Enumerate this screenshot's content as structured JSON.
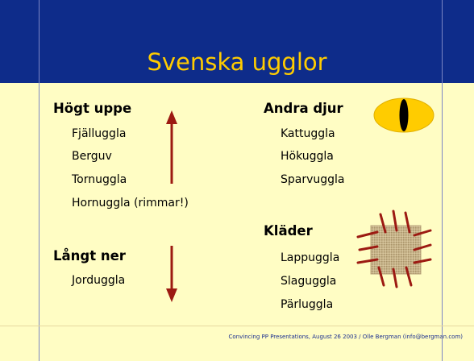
{
  "slide": {
    "title": "Svenska ugglor",
    "footer": "Convincing PP Presentations, August 26 2003 / Olle Bergman (info@bergman.com)"
  },
  "left": {
    "section1": {
      "heading": "Högt uppe",
      "items": [
        "Fjälluggla",
        "Berguv",
        "Tornuggla",
        "Hornuggla (rimmar!)"
      ]
    },
    "section2": {
      "heading": "Långt ner",
      "items": [
        "Jorduggla"
      ]
    }
  },
  "right": {
    "section1": {
      "heading": "Andra djur",
      "items": [
        "Kattuggla",
        "Hökuggla",
        "Sparvuggla"
      ]
    },
    "section2": {
      "heading": "Kläder",
      "items": [
        "Lappuggla",
        "Slaguggla",
        "Pärluggla"
      ]
    }
  },
  "colors": {
    "header_bg": "#0e2c8a",
    "title": "#ffcc00",
    "slide_bg": "#fffdc4",
    "arrow": "#9c1a12",
    "eye": "#ffcc00"
  },
  "icons": {
    "up_arrow": "up-arrow-icon",
    "down_arrow": "down-arrow-icon",
    "eye": "cat-eye-icon",
    "fabric": "fabric-patch-icon"
  }
}
